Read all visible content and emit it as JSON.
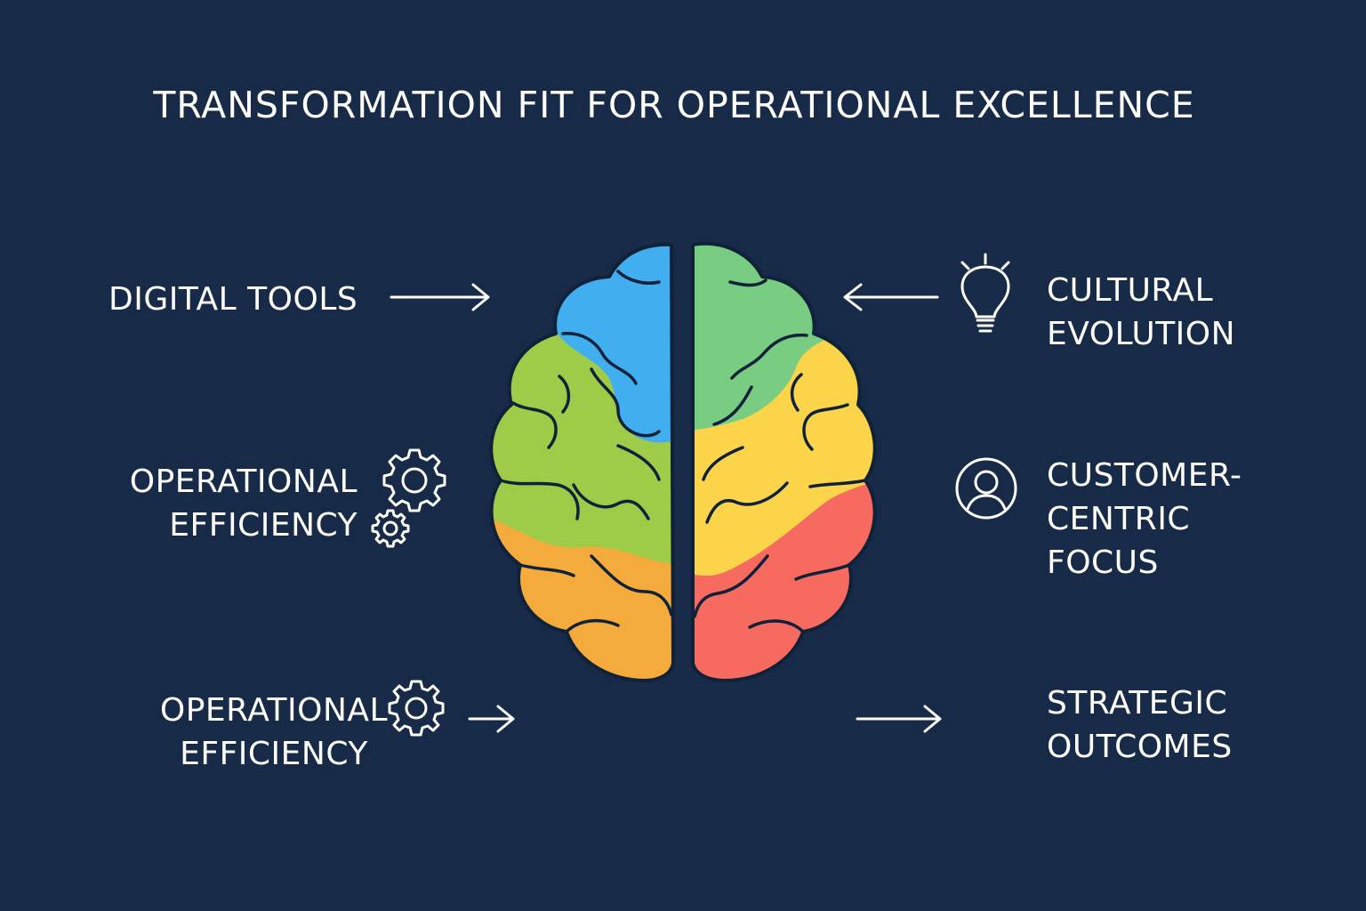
{
  "title": "TRANSFORMATION FIT FOR OPERATIONAL EXCELLENCE",
  "left": {
    "digital_tools": [
      "DIGITAL TOOLS"
    ],
    "operational_efficiency_1": [
      "OPERATIONAL",
      "EFFICIENCY"
    ],
    "operational_efficiency_2": [
      "OPERATIONAL",
      "EFFICIENCY"
    ]
  },
  "right": {
    "cultural_evolution": [
      "CULTURAL",
      "EVOLUTION"
    ],
    "customer_centric": [
      "CUSTOMER-",
      "CENTRIC",
      "FOCUS"
    ],
    "strategic_outcomes": [
      "STRATEGIC",
      "OUTCOMES"
    ]
  },
  "icons": {
    "gears": "gears-icon",
    "gear": "gear-icon",
    "lightbulb": "lightbulb-icon",
    "user": "user-icon"
  },
  "colors": {
    "background": "#172a47",
    "blue": "#41aef0",
    "green_right": "#78cd82",
    "green_left": "#9fcc48",
    "yellow": "#fcd44a",
    "orange": "#f4ab3c",
    "red": "#f76a5f",
    "outline": "#10213a"
  }
}
